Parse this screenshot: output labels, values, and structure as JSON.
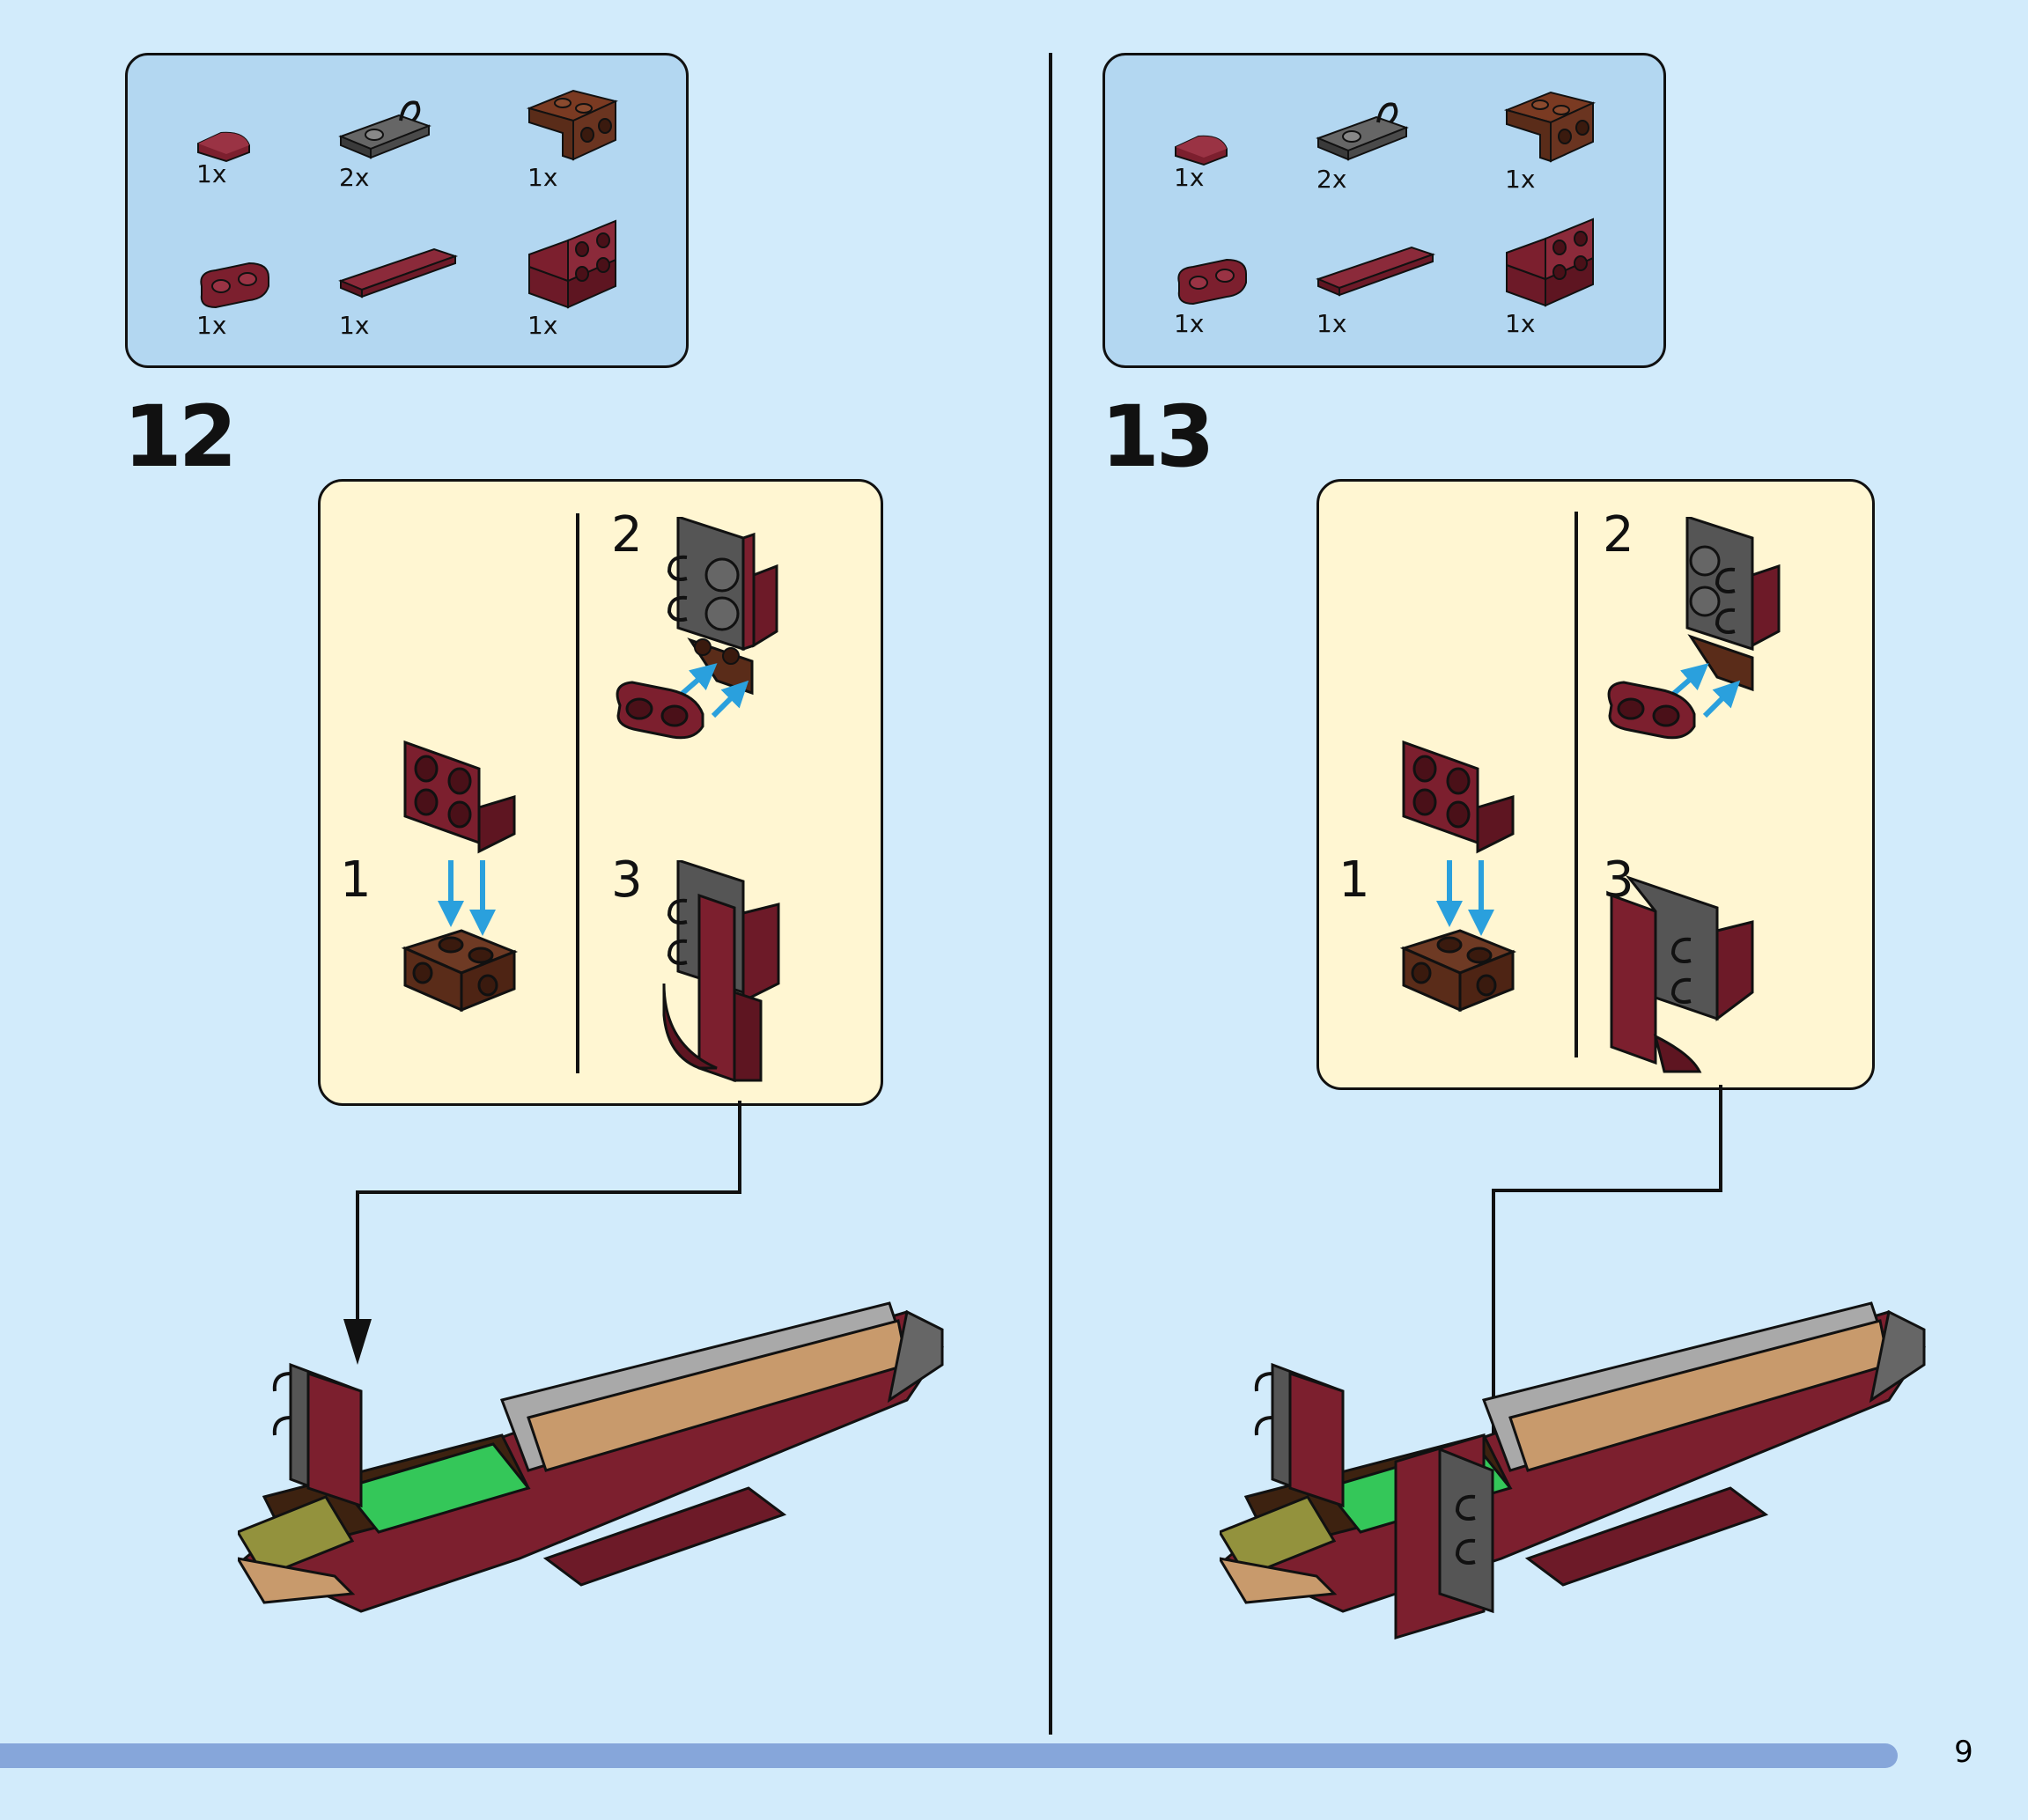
{
  "page": {
    "number": "9"
  },
  "colors": {
    "background": "#d2ebfb",
    "parts_box": "#b3d7f1",
    "callout": "#fff6d2",
    "dark_red": "#7c1f2e",
    "reddish_brown": "#5a2c19",
    "dark_gray": "#555555",
    "tan": "#c89a6c",
    "light_gray": "#a9a9a9",
    "green": "#34c759",
    "olive": "#93923d",
    "arrow_blue": "#2aa0dd",
    "progress": "#86a6da"
  },
  "steps": [
    {
      "number": "12",
      "parts": [
        {
          "qty": "1x",
          "icon": "dark-red-round-tile-icon"
        },
        {
          "qty": "2x",
          "icon": "dark-gray-clip-plate-icon"
        },
        {
          "qty": "1x",
          "icon": "reddish-brown-bracket-icon"
        },
        {
          "qty": "1x",
          "icon": "dark-red-oval-plate-icon"
        },
        {
          "qty": "1x",
          "icon": "dark-red-long-tile-icon"
        },
        {
          "qty": "1x",
          "icon": "dark-red-bracket-icon"
        }
      ],
      "substeps": [
        "1",
        "2",
        "3"
      ]
    },
    {
      "number": "13",
      "parts": [
        {
          "qty": "1x",
          "icon": "dark-red-round-tile-icon"
        },
        {
          "qty": "2x",
          "icon": "dark-gray-clip-plate-icon"
        },
        {
          "qty": "1x",
          "icon": "reddish-brown-bracket-icon"
        },
        {
          "qty": "1x",
          "icon": "dark-red-oval-plate-icon"
        },
        {
          "qty": "1x",
          "icon": "dark-red-long-tile-icon"
        },
        {
          "qty": "1x",
          "icon": "dark-red-bracket-icon"
        }
      ],
      "substeps": [
        "1",
        "2",
        "3"
      ]
    }
  ]
}
